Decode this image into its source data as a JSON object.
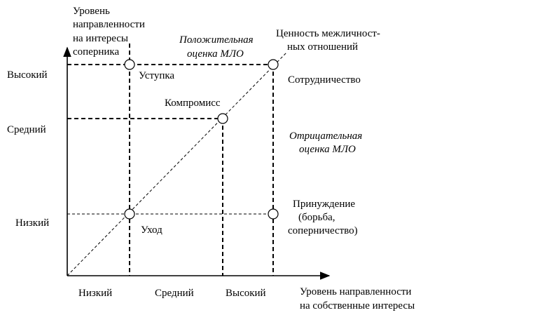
{
  "y_axis": {
    "title_lines": [
      "Уровень",
      "направленности",
      "на интересы",
      "соперника"
    ],
    "levels": [
      "Высокий",
      "Средний",
      "Низкий"
    ]
  },
  "x_axis": {
    "levels": [
      "Низкий",
      "Средний",
      "Высокий"
    ],
    "title_lines": [
      "Уровень направленности",
      "на собственные интересы"
    ]
  },
  "diagonal": {
    "label_lines": [
      "Ценность межличност-",
      "ных отношений"
    ]
  },
  "regions": {
    "positive_lines": [
      "Положительная",
      "оценка МЛО"
    ],
    "negative_lines": [
      "Отрицательная",
      "оценка МЛО"
    ]
  },
  "strategies": {
    "concession": "Уступка",
    "cooperation": "Сотрудничество",
    "compromise": "Компромисс",
    "avoidance": "Уход",
    "coercion_lines": [
      "Принуждение",
      "(борьба,",
      "соперничество)"
    ]
  }
}
